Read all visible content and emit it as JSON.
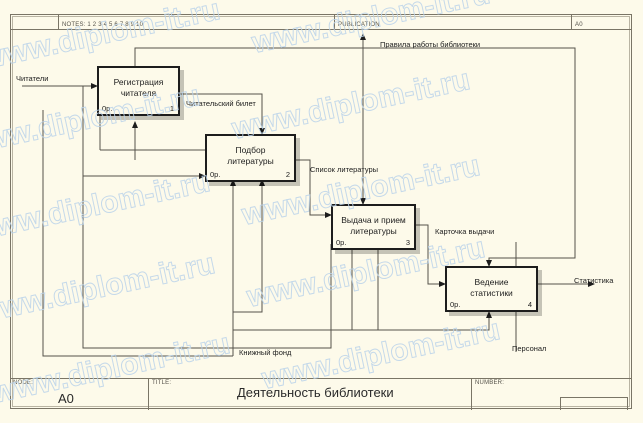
{
  "header": {
    "notes_label": "NOTES: 1 2 3 4 5 6 7 8 9 10",
    "publication_label": "PUBLICATION",
    "node_code_top": "A0"
  },
  "title_block": {
    "node_label": "NODE:",
    "node_value": "A0",
    "title_label": "TITLE:",
    "title_value": "Деятельность  библиотеки",
    "number_label": "NUMBER:",
    "number_value": ""
  },
  "diagram": {
    "type": "IDEF0",
    "activities": [
      {
        "id": "a1",
        "title_line1": "Регистрация",
        "title_line2": "читателя",
        "cost": "0p.",
        "number": "1"
      },
      {
        "id": "a2",
        "title_line1": "Подбор",
        "title_line2": "литературы",
        "cost": "0p.",
        "number": "2"
      },
      {
        "id": "a3",
        "title_line1": "Выдача и прием",
        "title_line2": "литературы",
        "cost": "0p.",
        "number": "3"
      },
      {
        "id": "a4",
        "title_line1": "Ведение",
        "title_line2": "статистики",
        "cost": "0p.",
        "number": "4"
      }
    ],
    "arrows": [
      {
        "id": "in_readers",
        "label": "Читатели",
        "kind": "input"
      },
      {
        "id": "ctrl_rules",
        "label": "Правила работы библиотеки",
        "kind": "control"
      },
      {
        "id": "out_ticket",
        "label": "Читательский билет",
        "kind": "output"
      },
      {
        "id": "out_booklist",
        "label": "Список литературы",
        "kind": "output"
      },
      {
        "id": "out_card",
        "label": "Карточка выдачи",
        "kind": "output"
      },
      {
        "id": "out_statistics",
        "label": "Статистика",
        "kind": "output"
      },
      {
        "id": "mech_bookfund",
        "label": "Книжный фонд",
        "kind": "mechanism"
      },
      {
        "id": "mech_personnel",
        "label": "Персонал",
        "kind": "mechanism"
      }
    ]
  },
  "watermark": {
    "text": "www.diplom-it.ru",
    "color": "#bcd4ea"
  }
}
